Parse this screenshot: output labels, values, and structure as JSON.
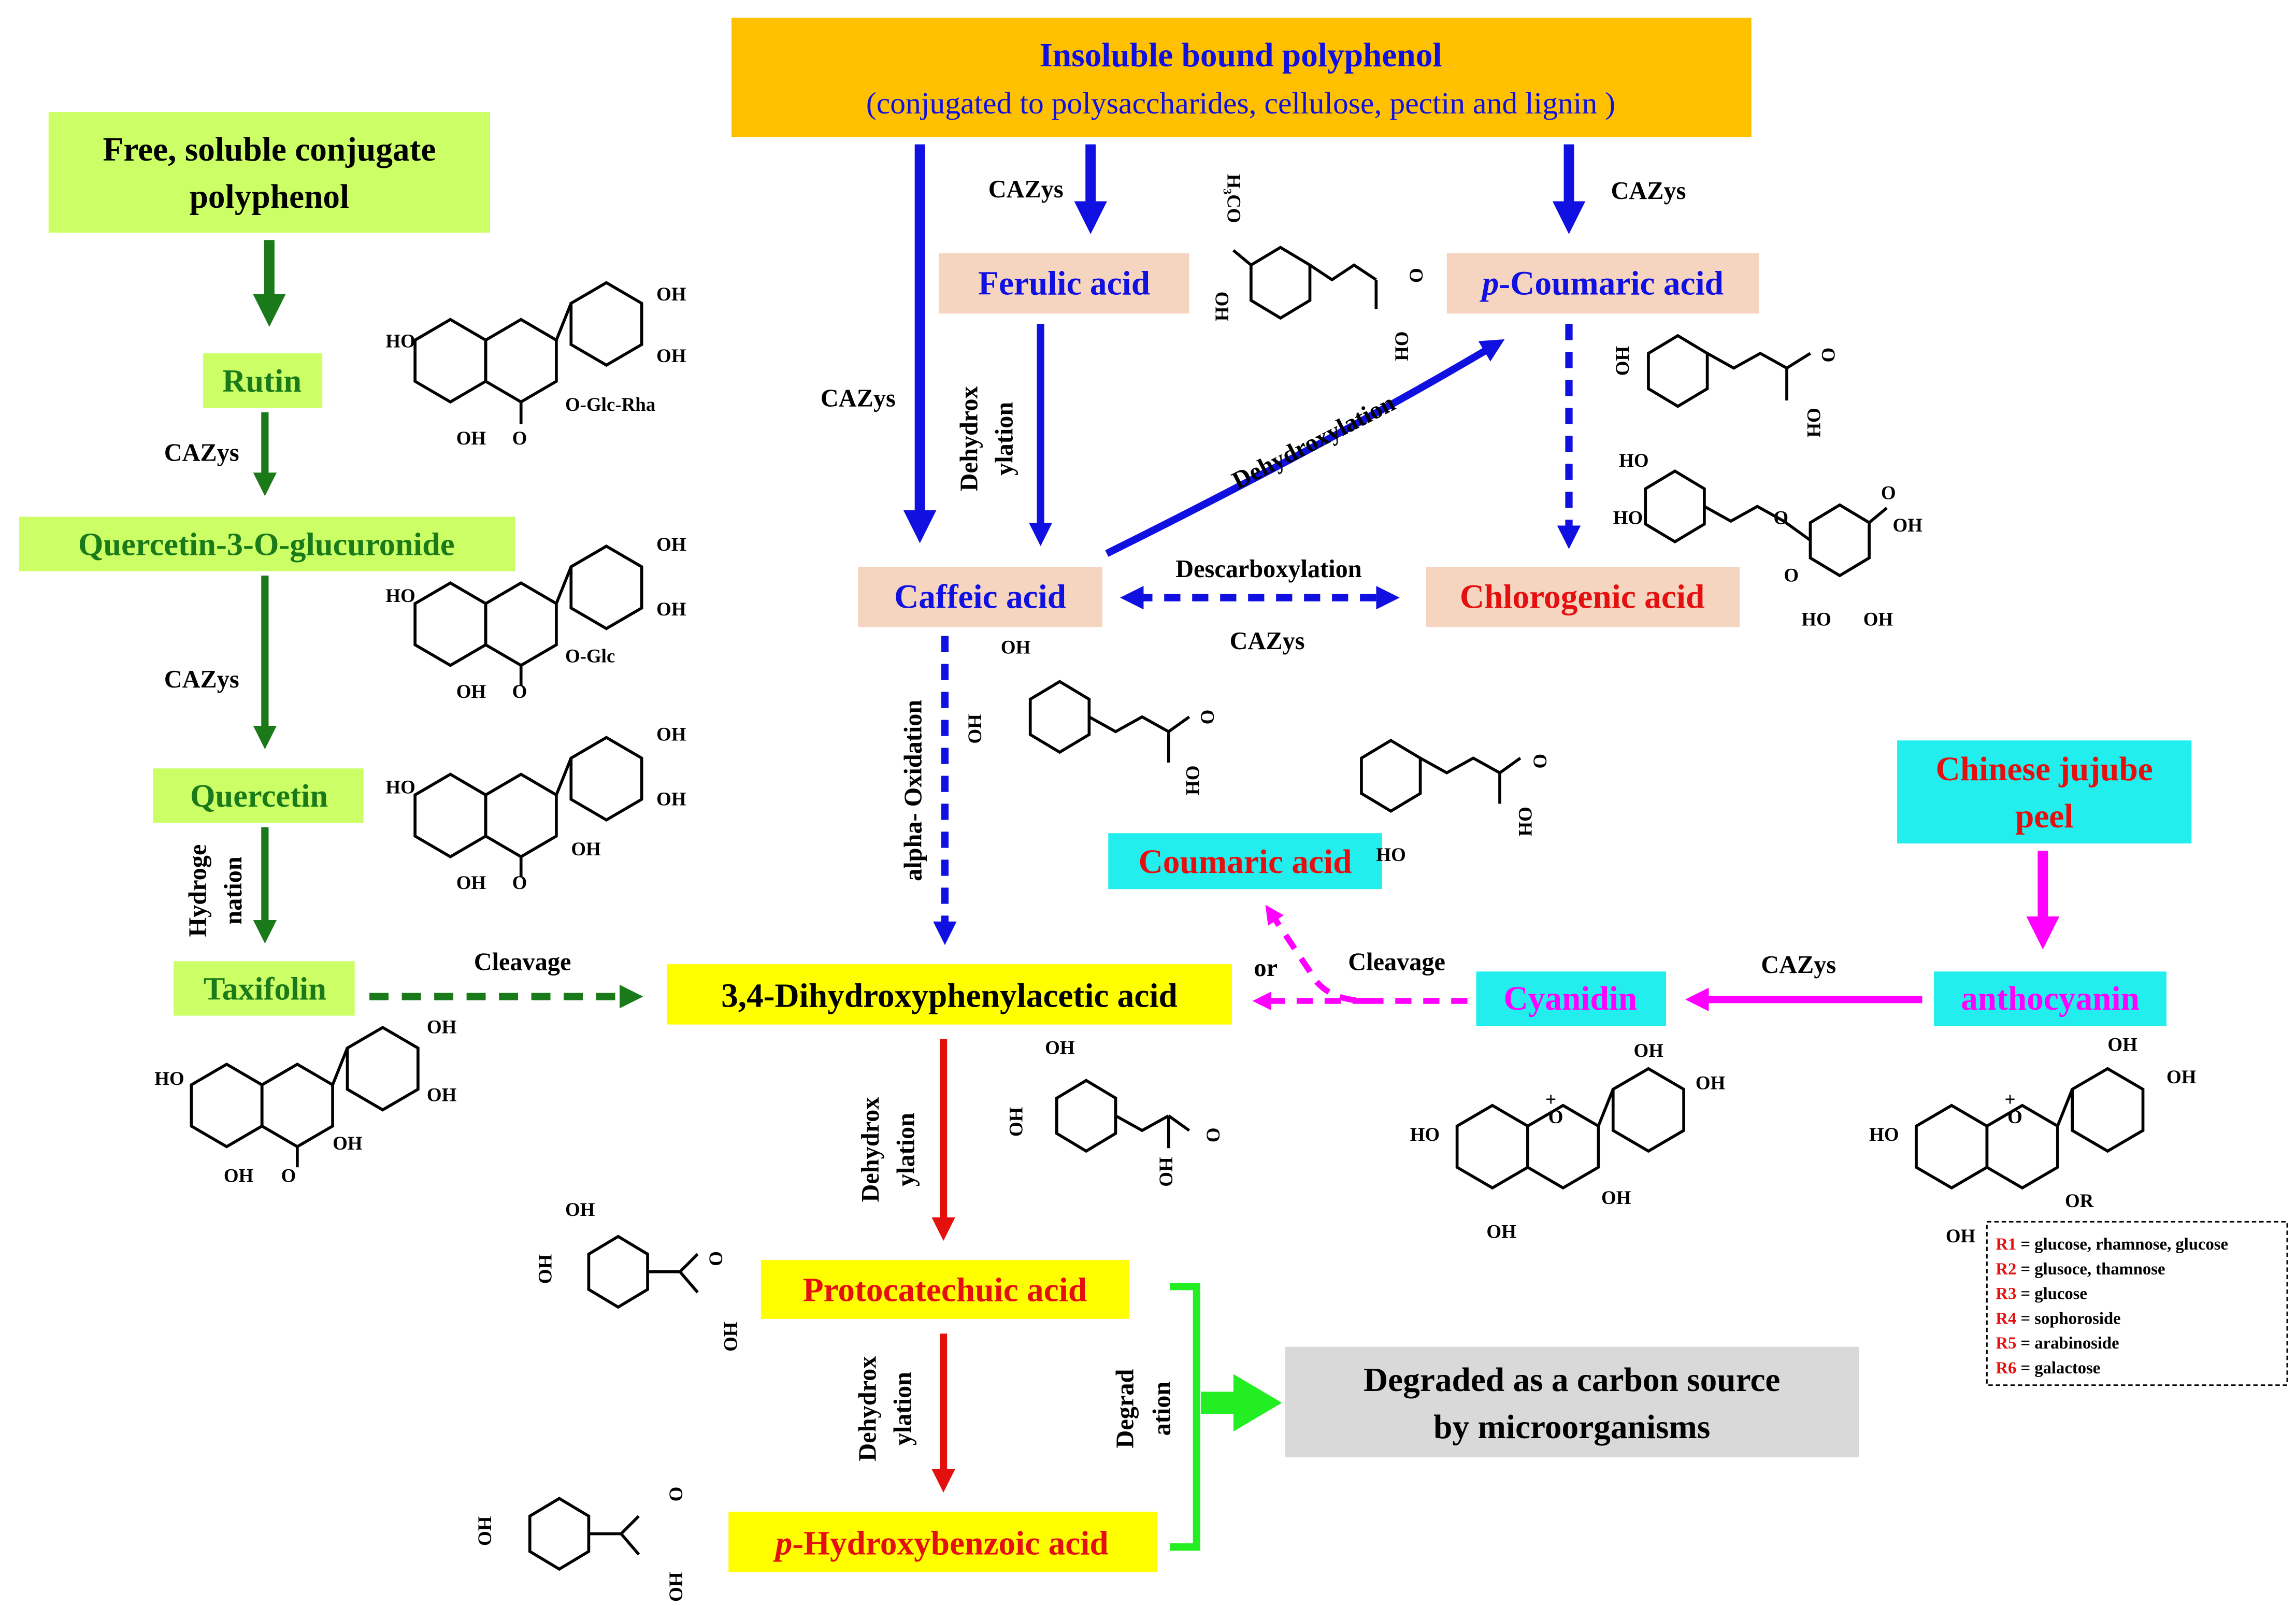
{
  "colors": {
    "green": "#1a7a1a",
    "blue": "#1010e0",
    "red": "#e41010",
    "magenta": "#ff00ff",
    "bright_green": "#22ee22",
    "box_lime": "#ccff66",
    "box_orange": "#ffc000",
    "box_peach": "#f5d5c0",
    "box_yellow": "#ffff00",
    "box_cyan": "#22eeee",
    "box_grey": "#d9d9d9"
  },
  "nodes": {
    "insoluble_title": "Insoluble bound polyphenol",
    "insoluble_sub": "(conjugated to polysaccharides, cellulose, pectin and lignin )",
    "free_soluble_l1": "Free, soluble conjugate",
    "free_soluble_l2": "polyphenol",
    "rutin": "Rutin",
    "quercetin_3_o_glucuronide": "Quercetin-3-O-glucuronide",
    "quercetin": "Quercetin",
    "taxifolin": "Taxifolin",
    "ferulic_acid": "Ferulic acid",
    "p_coumaric_prefix": "p",
    "p_coumaric_rest": "-Coumaric acid",
    "caffeic_acid": "Caffeic acid",
    "chlorogenic_acid": "Chlorogenic acid",
    "dhpaa": "3,4-Dihydroxyphenylacetic acid",
    "coumaric_acid": "Coumaric acid",
    "cyanidin": "Cyanidin",
    "anthocyanin": "anthocyanin",
    "jujube_l1": "Chinese jujube",
    "jujube_l2": "peel",
    "protocatechuic_acid": "Protocatechuic acid",
    "p_hydroxybenzoic_prefix": "p",
    "p_hydroxybenzoic_rest": "-Hydroxybenzoic acid",
    "degraded_l1": "Degraded as a carbon source",
    "degraded_l2": "by microorganisms"
  },
  "edge_labels": {
    "cazys": "CAZys",
    "dehydroxylation": "Dehydroxylation",
    "descarboxylation": "Descarboxylation",
    "dehydrox_l1": "Dehydrox",
    "dehydrox_l2": "ylation",
    "alpha_oxidation": "alpha- Oxidation",
    "hydroge_l1": "Hydroge",
    "hydroge_l2": "nation",
    "cleavage": "Cleavage",
    "or": "or",
    "degrad_l1": "Degrad",
    "degrad_l2": "ation"
  },
  "substituents": {
    "oh": "OH",
    "ho": "HO",
    "o": "O",
    "h3co": "H₃CO",
    "o_glc_rha": "O-Glc-Rha",
    "o_glc": "O-Glc",
    "or": "OR",
    "plus": "+"
  },
  "legend": [
    {
      "key": "R1",
      "text": "= glucose, rhamnose, glucose"
    },
    {
      "key": "R2",
      "text": "= glusoce, thamnose"
    },
    {
      "key": "R3",
      "text": "= glucose"
    },
    {
      "key": "R4",
      "text": "= sophoroside"
    },
    {
      "key": "R5",
      "text": "= arabinoside"
    },
    {
      "key": "R6",
      "text": "= galactose"
    }
  ]
}
